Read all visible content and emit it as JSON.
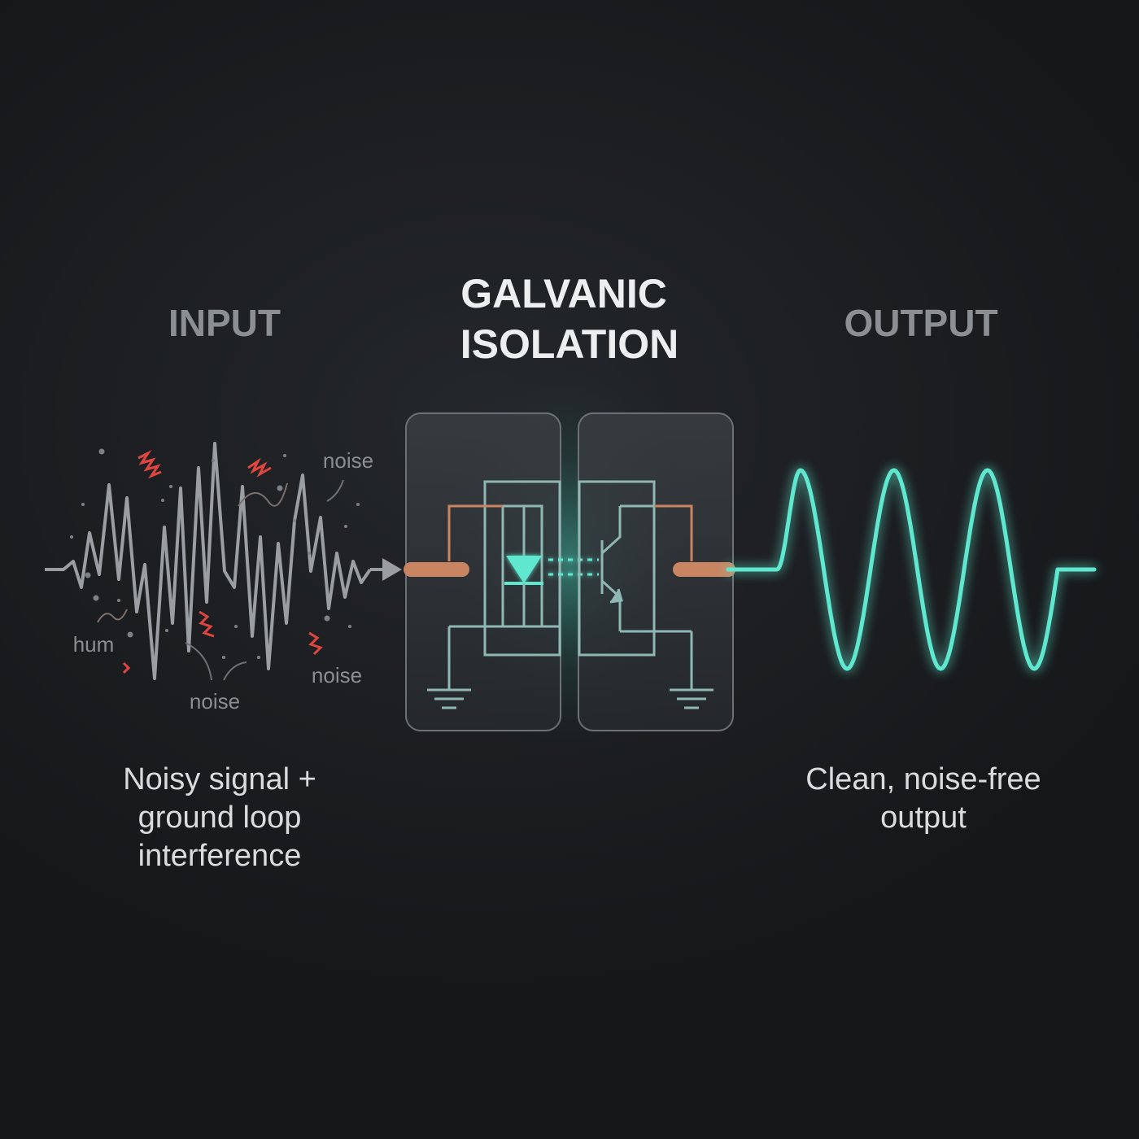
{
  "title": "GALVANIC\nISOLATION",
  "input_heading": "INPUT",
  "output_heading": "OUTPUT",
  "noise_labels": [
    "noise",
    "noise",
    "noise"
  ],
  "hum_label": "hum",
  "input_caption": "Noisy signal +\nground loop\ninterference",
  "output_caption": "Clean, noise-free\noutput",
  "colors": {
    "background": "#1c1e21",
    "accent_teal": "#5ee8cf",
    "copper": "#c98562",
    "noise_red": "#e0463f",
    "input_signal_gray": "#9a9ea3",
    "heading_gray": "#8b8f94",
    "title_white": "#eceef0"
  },
  "icons": {
    "input_arrow": "arrow-right-icon",
    "led": "led-diode-icon",
    "phototransistor": "phototransistor-icon",
    "ground": "ground-icon"
  }
}
